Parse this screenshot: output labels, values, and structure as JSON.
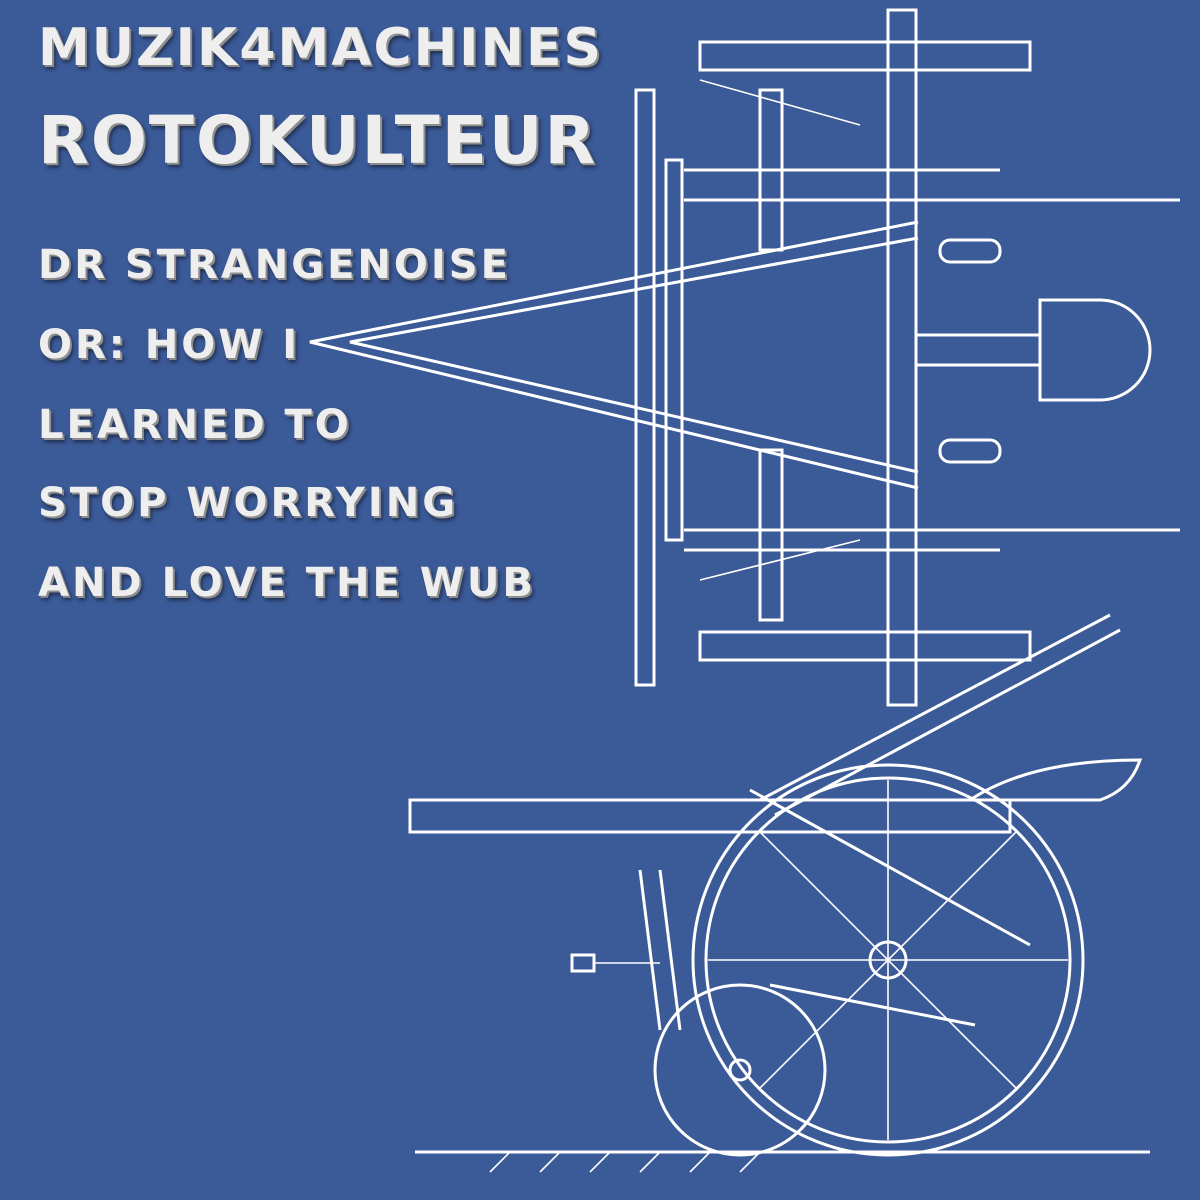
{
  "cover": {
    "artist": "MUZIK4MACHINES",
    "album": "ROTOKULTEUR",
    "subtitle_lines": [
      "DR STRANGENOISE",
      "OR: HOW I",
      "LEARNED TO",
      "STOP WORRYING",
      "AND LOVE THE WUB"
    ]
  },
  "colors": {
    "background": "#3b5a98",
    "line_art": "#ffffff",
    "text": "#eeeeee"
  }
}
